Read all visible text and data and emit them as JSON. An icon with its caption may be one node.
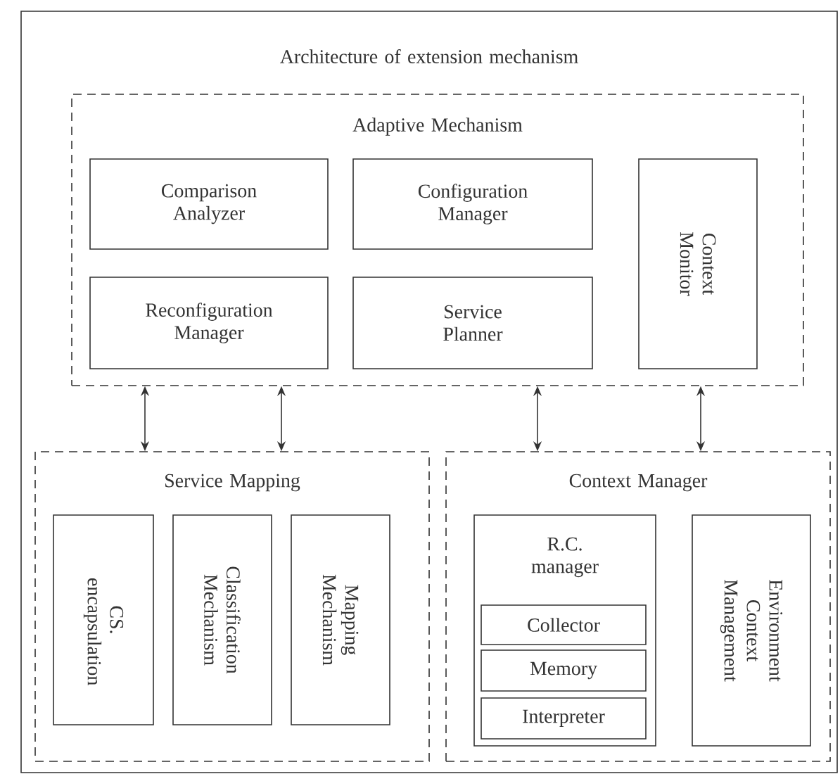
{
  "diagram": {
    "nodes": [
      {
        "text": [
          "Architecture of extension mechanism"
        ]
      },
      {
        "text": [
          "Adaptive Mechanism"
        ],
        "in": 0
      },
      {
        "text": [
          "Comparison Analyzer"
        ],
        "in": 1
      },
      {
        "text": [
          "Configuration Manager"
        ],
        "in": 1
      },
      {
        "text": [
          "Reconfiguration Manager"
        ],
        "in": 1
      },
      {
        "text": [
          "Service Planner"
        ],
        "in": 1
      },
      {
        "text": [
          "Context Monitor"
        ],
        "in": 1
      },
      {
        "text": [
          "Service Mapping"
        ],
        "in": 0
      },
      {
        "text": [
          "CS. encapsulation"
        ],
        "in": 7
      },
      {
        "text": [
          "Classification Mechanism"
        ],
        "in": 7
      },
      {
        "text": [
          "Mapping Mechanism"
        ],
        "in": 7
      },
      {
        "text": [
          "Context Manager"
        ],
        "in": 0
      },
      {
        "text": [
          "R.C. manager"
        ],
        "in": 11
      },
      {
        "text": [
          "Collector"
        ],
        "in": 12
      },
      {
        "text": [
          "Memory"
        ],
        "in": 12
      },
      {
        "text": [
          "Interpreter"
        ],
        "in": 12
      },
      {
        "text": [
          "Environment Context Management"
        ],
        "in": 11
      }
    ],
    "edges": [
      {
        "from": 1,
        "to": 7,
        "arrow": "both"
      },
      {
        "from": 1,
        "to": 7,
        "arrow": "both"
      },
      {
        "from": 1,
        "to": 11,
        "arrow": "both"
      },
      {
        "from": 1,
        "to": 11,
        "arrow": "both"
      }
    ]
  }
}
